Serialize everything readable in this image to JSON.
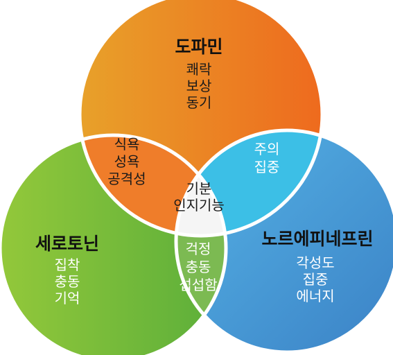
{
  "colors": {
    "dopamine_start": "#e8a12a",
    "dopamine_end": "#ee6a1e",
    "serotonin_start": "#93c83a",
    "serotonin_end": "#5aae3a",
    "norepinephrine_start": "#56b4e6",
    "norepinephrine_end": "#3b82c6",
    "overlap_dopamine_serotonin": "#ef7d2a",
    "overlap_dopamine_norepinephrine": "#3cbfe6",
    "overlap_serotonin_norepinephrine": "#7cba52",
    "center": "#f5f5f5",
    "outline": "#ffffff"
  },
  "dopamine": {
    "title": "도파민",
    "items": [
      "쾌락",
      "보상",
      "동기"
    ]
  },
  "serotonin": {
    "title": "세로토닌",
    "items": [
      "집착",
      "충동",
      "기억"
    ]
  },
  "norepinephrine": {
    "title": "노르에피네프린",
    "items": [
      "각성도",
      "집중",
      "에너지"
    ]
  },
  "overlap_dopamine_serotonin": {
    "items": [
      "식욕",
      "성욕",
      "공격성"
    ]
  },
  "overlap_dopamine_norepinephrine": {
    "items": [
      "주의",
      "집중"
    ]
  },
  "overlap_serotonin_norepinephrine": {
    "items": [
      "걱정",
      "충동",
      "섭섭함"
    ]
  },
  "center": {
    "items": [
      "기분",
      "인지기능"
    ]
  }
}
